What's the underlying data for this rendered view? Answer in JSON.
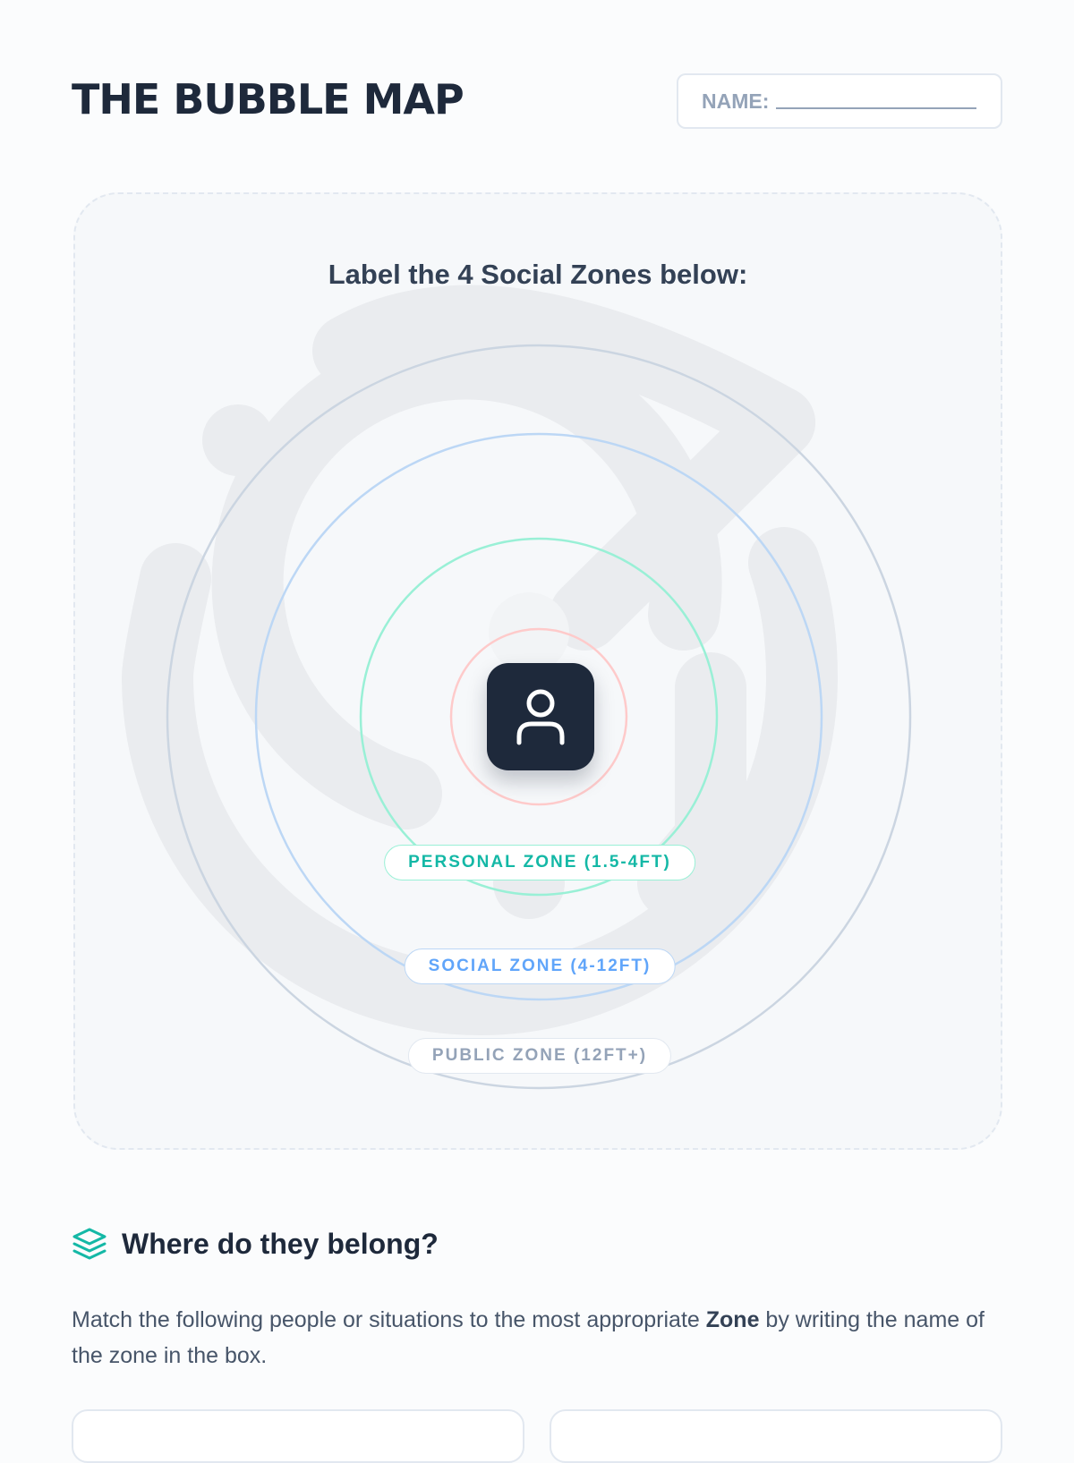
{
  "header": {
    "title": "THE BUBBLE MAP",
    "name_label": "NAME:"
  },
  "map": {
    "title": "Label the 4 Social Zones below:",
    "center_icon": "person-icon",
    "zones": [
      {
        "label": "PERSONAL ZONE (1.5-4FT)",
        "color": "#14b8a6"
      },
      {
        "label": "SOCIAL ZONE (4-12FT)",
        "color": "#60a5fa"
      },
      {
        "label": "PUBLIC ZONE (12FT+)",
        "color": "#94a3b8"
      }
    ],
    "ring_colors": {
      "intimate": "#fecaca",
      "personal": "#99f0d6",
      "social": "#bcd7f5",
      "public": "#cbd5e1"
    }
  },
  "matching": {
    "icon": "layers-icon",
    "heading": "Where do they belong?",
    "intro_before": "Match the following people or situations to the most appropriate ",
    "intro_bold": "Zone",
    "intro_after": " by writing the name of the zone in the box."
  }
}
